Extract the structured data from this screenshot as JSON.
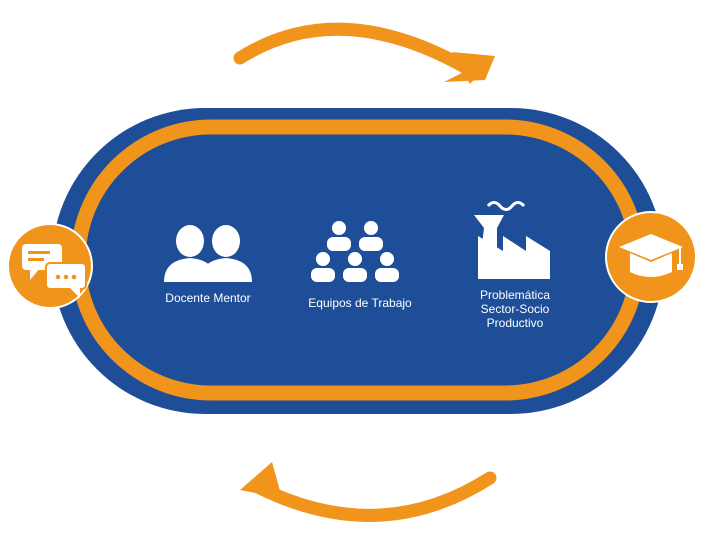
{
  "colors": {
    "track_blue": "#1f4e99",
    "accent_orange": "#f0941c",
    "icon_white": "#ffffff"
  },
  "icons": {
    "left_badge": "chat-bubbles-icon",
    "right_badge": "graduation-cap-icon",
    "mentor": "two-people-icon",
    "teams": "team-group-icon",
    "industry": "factory-icon",
    "top_arrow": "curved-arrow-right-icon",
    "bottom_arrow": "curved-arrow-left-icon"
  },
  "labels": {
    "mentor": "Docente Mentor",
    "teams": "Equipos de Trabajo",
    "problem_line1": "Problemática",
    "problem_line2": "Sector-Socio",
    "problem_line3": "Productivo"
  }
}
